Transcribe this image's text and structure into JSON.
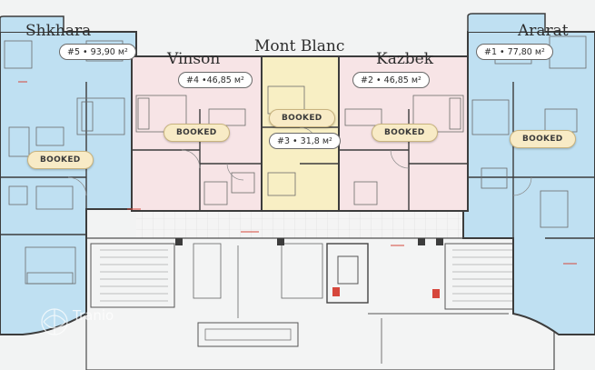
{
  "apartments": {
    "shkhara": {
      "name": "Shkhara",
      "area": "#5 • 93,90 м²",
      "status": "BOOKED"
    },
    "vinson": {
      "name": "Vinson",
      "area": "#4 •46,85 м²",
      "status": "BOOKED"
    },
    "mont_blanc": {
      "name": "Mont Blanc",
      "area": "#3 • 31,8 м²",
      "status": "BOOKED"
    },
    "kazbek": {
      "name": "Kazbek",
      "area": "#2 • 46,85 м²",
      "status": "BOOKED"
    },
    "ararat": {
      "name": "Ararat",
      "area": "#1 • 77,80 м²",
      "status": "BOOKED"
    }
  },
  "colors": {
    "blue_unit": "#bfe0f2",
    "pink_unit": "#f7e4e6",
    "yellow_unit": "#f8efc4",
    "booked_badge": "#f8ebc6",
    "wall": "#3c3c3c"
  },
  "watermark": {
    "text": "Tranio"
  }
}
